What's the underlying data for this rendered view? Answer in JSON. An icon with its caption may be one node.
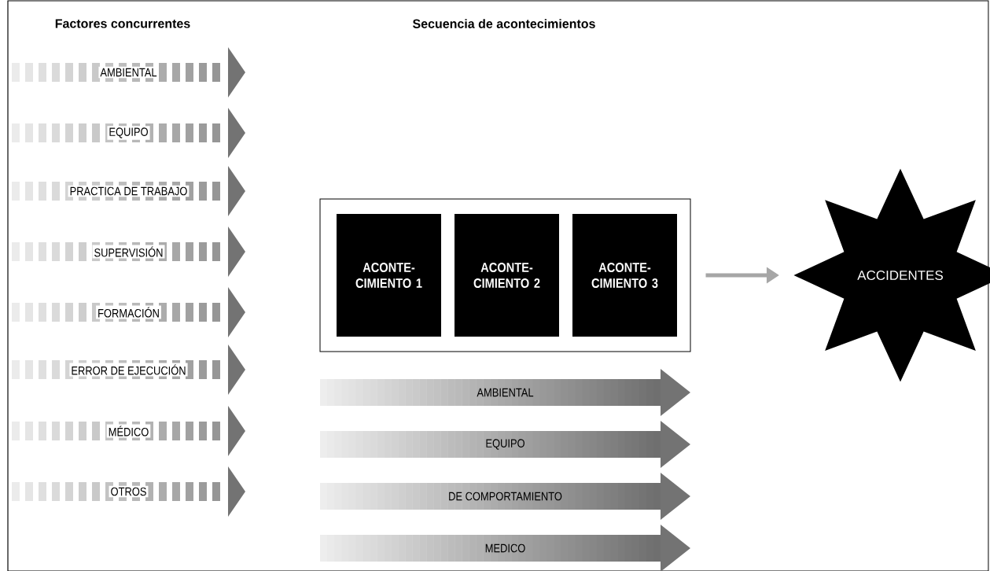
{
  "diagram": {
    "nodes": [
      {
        "text": [
          "AMBIENTAL"
        ]
      },
      {
        "text": [
          "EQUIPO"
        ]
      },
      {
        "text": [
          "PRACTICA DE TRABAJO"
        ]
      },
      {
        "text": [
          "SUPERVISIÓN"
        ]
      },
      {
        "text": [
          "FORMACIÓN"
        ]
      },
      {
        "text": [
          "ERROR DE EJECUCIÓN"
        ]
      },
      {
        "text": [
          "MÉDICO"
        ]
      },
      {
        "text": [
          "OTROS"
        ]
      },
      {
        "text": [],
        "shape": "box"
      },
      {
        "text": [
          "ACONTE- CIMIENTO 1"
        ],
        "in": 8
      },
      {
        "text": [
          "ACONTE- CIMIENTO 2"
        ],
        "in": 8
      },
      {
        "text": [
          "ACONTE- CIMIENTO 3"
        ],
        "in": 8
      },
      {
        "text": [
          "ACCIDENTES"
        ]
      },
      {
        "text": [
          "AMBIENTAL"
        ]
      },
      {
        "text": [
          "EQUIPO"
        ]
      },
      {
        "text": [
          "DE COMPORTAMIENTO"
        ]
      },
      {
        "text": [
          "MEDICO"
        ]
      }
    ],
    "edges": [
      {
        "from": 8,
        "to": 12,
        "arrow": "to"
      }
    ],
    "labels": [
      "Factores concurrentes",
      "Secuencia de acontecimientos"
    ]
  }
}
